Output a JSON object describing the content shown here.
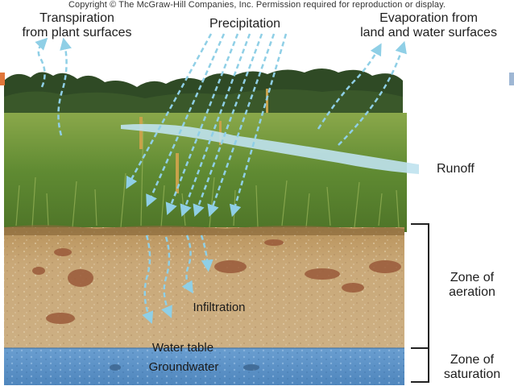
{
  "copyright": "Copyright © The McGraw-Hill Companies, Inc.  Permission required for reproduction or display.",
  "labels": {
    "transpiration": [
      "Transpiration",
      "from plant surfaces"
    ],
    "precipitation": "Precipitation",
    "evaporation": [
      "Evaporation from",
      "land and water surfaces"
    ],
    "runoff": "Runoff",
    "infiltration": "Infiltration",
    "water_table": "Water table",
    "groundwater": "Groundwater",
    "zone_aeration": [
      "Zone of",
      "aeration"
    ],
    "zone_saturation": [
      "Zone of",
      "saturation"
    ]
  },
  "colors": {
    "arrow": "#8fcfe6",
    "sky": "#ffffff",
    "trees": "#2f4a25",
    "grass": "#6e8f3a",
    "soil": "#c7a572",
    "groundwater": "#5a8fc4",
    "stream": "#bfe2ee",
    "accent_left": "#e0763a",
    "accent_right": "#9fb7d4"
  }
}
